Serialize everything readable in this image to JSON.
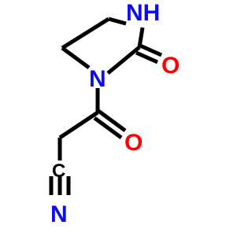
{
  "colors": {
    "background": "#ffffff",
    "bond": "#000000",
    "nitrogen": "#0d0df2",
    "oxygen": "#ff0000"
  },
  "atoms": {
    "nh": "NH",
    "n_ring": "N",
    "o_ring_carbonyl": "O",
    "o_chain_carbonyl": "O",
    "c_nitrile": "C",
    "n_nitrile": "N"
  }
}
